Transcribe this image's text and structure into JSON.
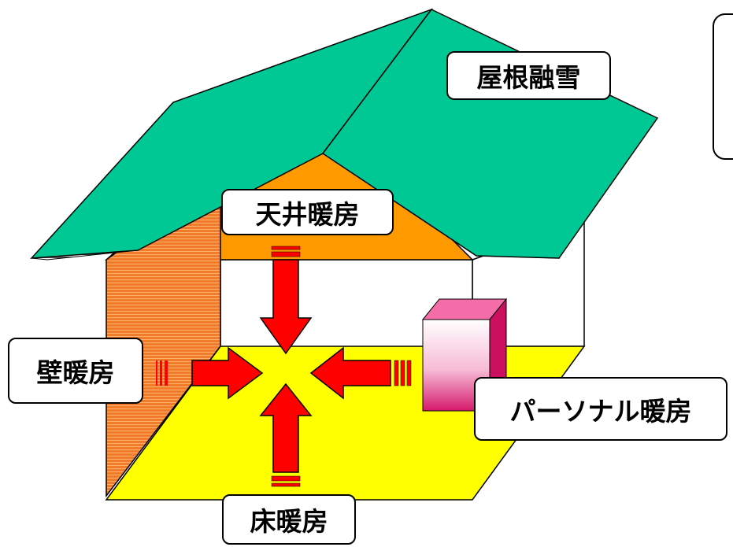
{
  "labels": {
    "roof_melt": "屋根融雪",
    "ceiling": "天井暖房",
    "wall": "壁暖房",
    "personal": "パーソナル暖房",
    "floor": "床暖房"
  },
  "colors": {
    "roof": "#00C895",
    "ceiling": "#FF9900",
    "wall": "#F07C2A",
    "floor": "#FFFF00",
    "arrow": "#FF0000",
    "personal_unit": "#E0287A"
  }
}
